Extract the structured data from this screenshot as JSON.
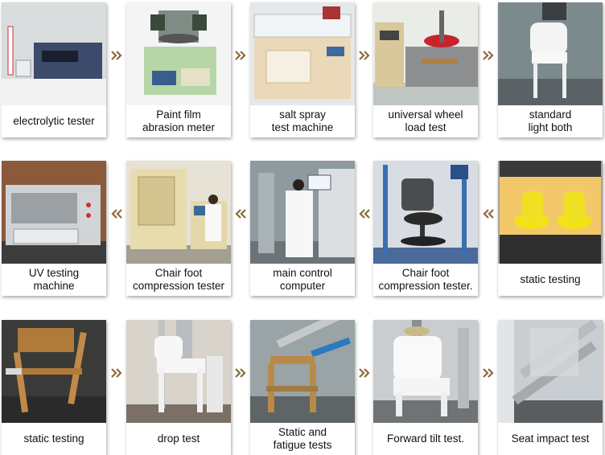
{
  "colors": {
    "arrow": "#8a6a3a",
    "card_shadow": "#999999"
  },
  "rows": [
    {
      "direction": "right",
      "items": [
        {
          "name": "electrolytic-tester",
          "lines": [
            "electrolytic tester"
          ]
        },
        {
          "name": "paint-film-abrasion-meter",
          "lines": [
            "Paint film",
            "abrasion meter"
          ]
        },
        {
          "name": "salt-spray-test-machine",
          "lines": [
            "salt spray",
            "test machine"
          ]
        },
        {
          "name": "universal-wheel-load-test",
          "lines": [
            "universal wheel",
            "load test"
          ]
        },
        {
          "name": "standard-light-both",
          "lines": [
            "standard",
            "light both"
          ]
        }
      ]
    },
    {
      "direction": "left",
      "items": [
        {
          "name": "uv-testing-machine",
          "lines": [
            "UV testing",
            "machine"
          ]
        },
        {
          "name": "chair-foot-compression-tester-a",
          "lines": [
            "Chair foot",
            "compression tester"
          ]
        },
        {
          "name": "main-control-computer",
          "lines": [
            "main control",
            "computer"
          ]
        },
        {
          "name": "chair-foot-compression-tester-b",
          "lines": [
            "Chair foot",
            "compression tester."
          ]
        },
        {
          "name": "static-testing-a",
          "lines": [
            "static testing"
          ]
        }
      ]
    },
    {
      "direction": "right",
      "items": [
        {
          "name": "static-testing-b",
          "lines": [
            "static testing"
          ]
        },
        {
          "name": "drop-test",
          "lines": [
            "drop test"
          ]
        },
        {
          "name": "static-and-fatigue-tests",
          "lines": [
            "Static and",
            "fatigue tests"
          ]
        },
        {
          "name": "forward-tilt-test",
          "lines": [
            "Forward tilt test."
          ]
        },
        {
          "name": "seat-impact-test",
          "lines": [
            "Seat impact test"
          ]
        }
      ]
    }
  ]
}
